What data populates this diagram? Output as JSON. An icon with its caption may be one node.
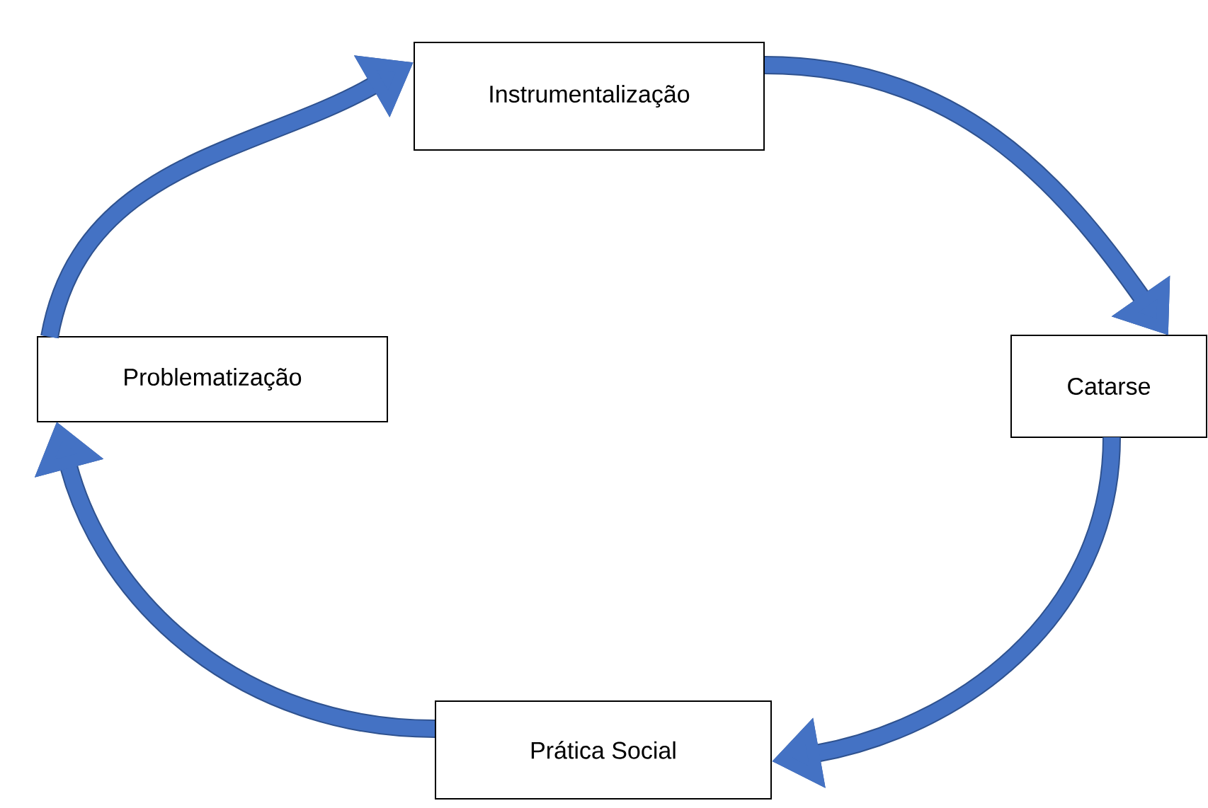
{
  "diagram": {
    "nodes": [
      {
        "text": [
          "Instrumentalização"
        ]
      },
      {
        "text": [
          "Problematização"
        ]
      },
      {
        "text": [
          "Catarse"
        ]
      },
      {
        "text": [
          "Prática Social"
        ]
      }
    ],
    "edges": [
      {
        "from": 1,
        "to": 0,
        "arrow": "to"
      },
      {
        "from": 0,
        "to": 2,
        "arrow": "to"
      },
      {
        "from": 2,
        "to": 3,
        "arrow": "to"
      },
      {
        "from": 3,
        "to": 1,
        "arrow": "to"
      }
    ]
  }
}
